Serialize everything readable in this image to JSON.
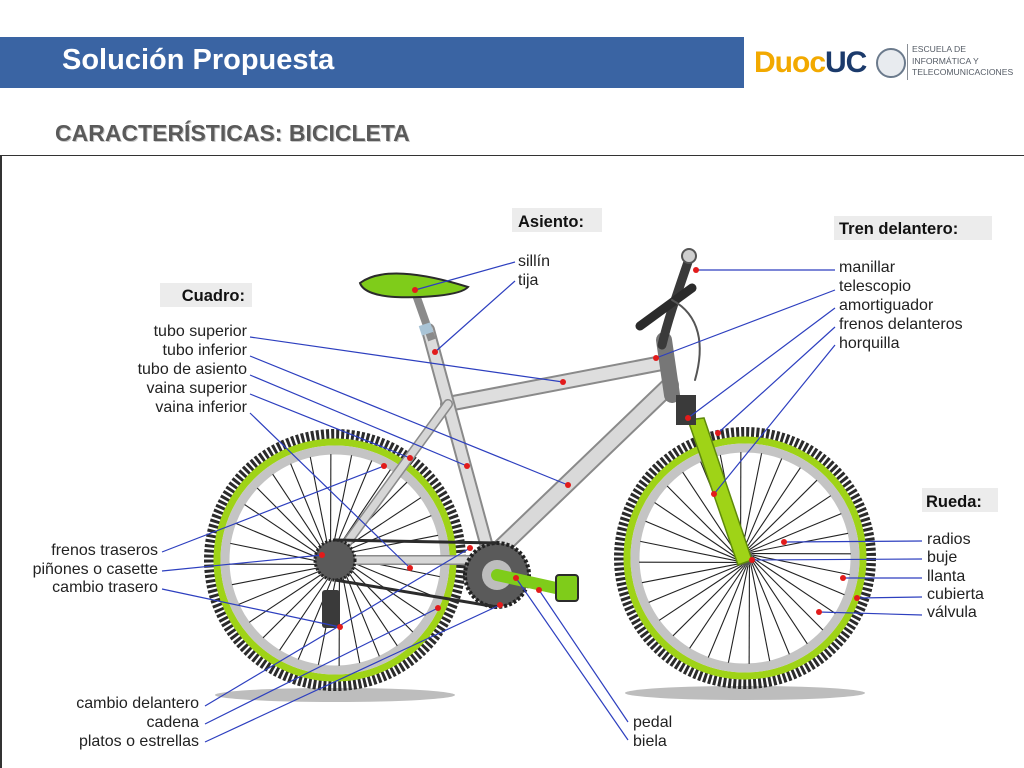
{
  "header": {
    "title": "Solución Propuesta"
  },
  "logo": {
    "brand_a": "Duoc",
    "brand_b": "UC",
    "school_lines": [
      "ESCUELA DE",
      "INFORMÁTICA Y",
      "TELECOMUNICACIONES"
    ]
  },
  "slide": {
    "subtitle": "CARACTERÍSTICAS: BICICLETA"
  },
  "colors": {
    "title_bar": "#3a64a3",
    "leader_line": "#2d3fbf",
    "marker": "#e21b1b",
    "tire_green": "#9fd317",
    "frame": "#d6d6d6"
  },
  "groups": {
    "cuadro": {
      "heading": "Cuadro:",
      "items": [
        "tubo superior",
        "tubo inferior",
        "tubo de asiento",
        "vaina superior",
        "vaina inferior"
      ]
    },
    "asiento": {
      "heading": "Asiento:",
      "items": [
        "sillín",
        "tija"
      ]
    },
    "tren": {
      "heading": "Tren delantero:",
      "items": [
        "manillar",
        "telescopio",
        "amortiguador",
        "frenos delanteros",
        "horquilla"
      ]
    },
    "rueda": {
      "heading": "Rueda:",
      "items": [
        "radios",
        "buje",
        "llanta",
        "cubierta",
        "válvula"
      ]
    },
    "trasera": {
      "items": [
        "frenos traseros",
        "piñones o casette",
        "cambio trasero"
      ]
    },
    "transmision": {
      "items": [
        "cambio delantero",
        "cadena",
        "platos o estrellas"
      ]
    },
    "pedales": {
      "items": [
        "pedal",
        "biela"
      ]
    }
  }
}
